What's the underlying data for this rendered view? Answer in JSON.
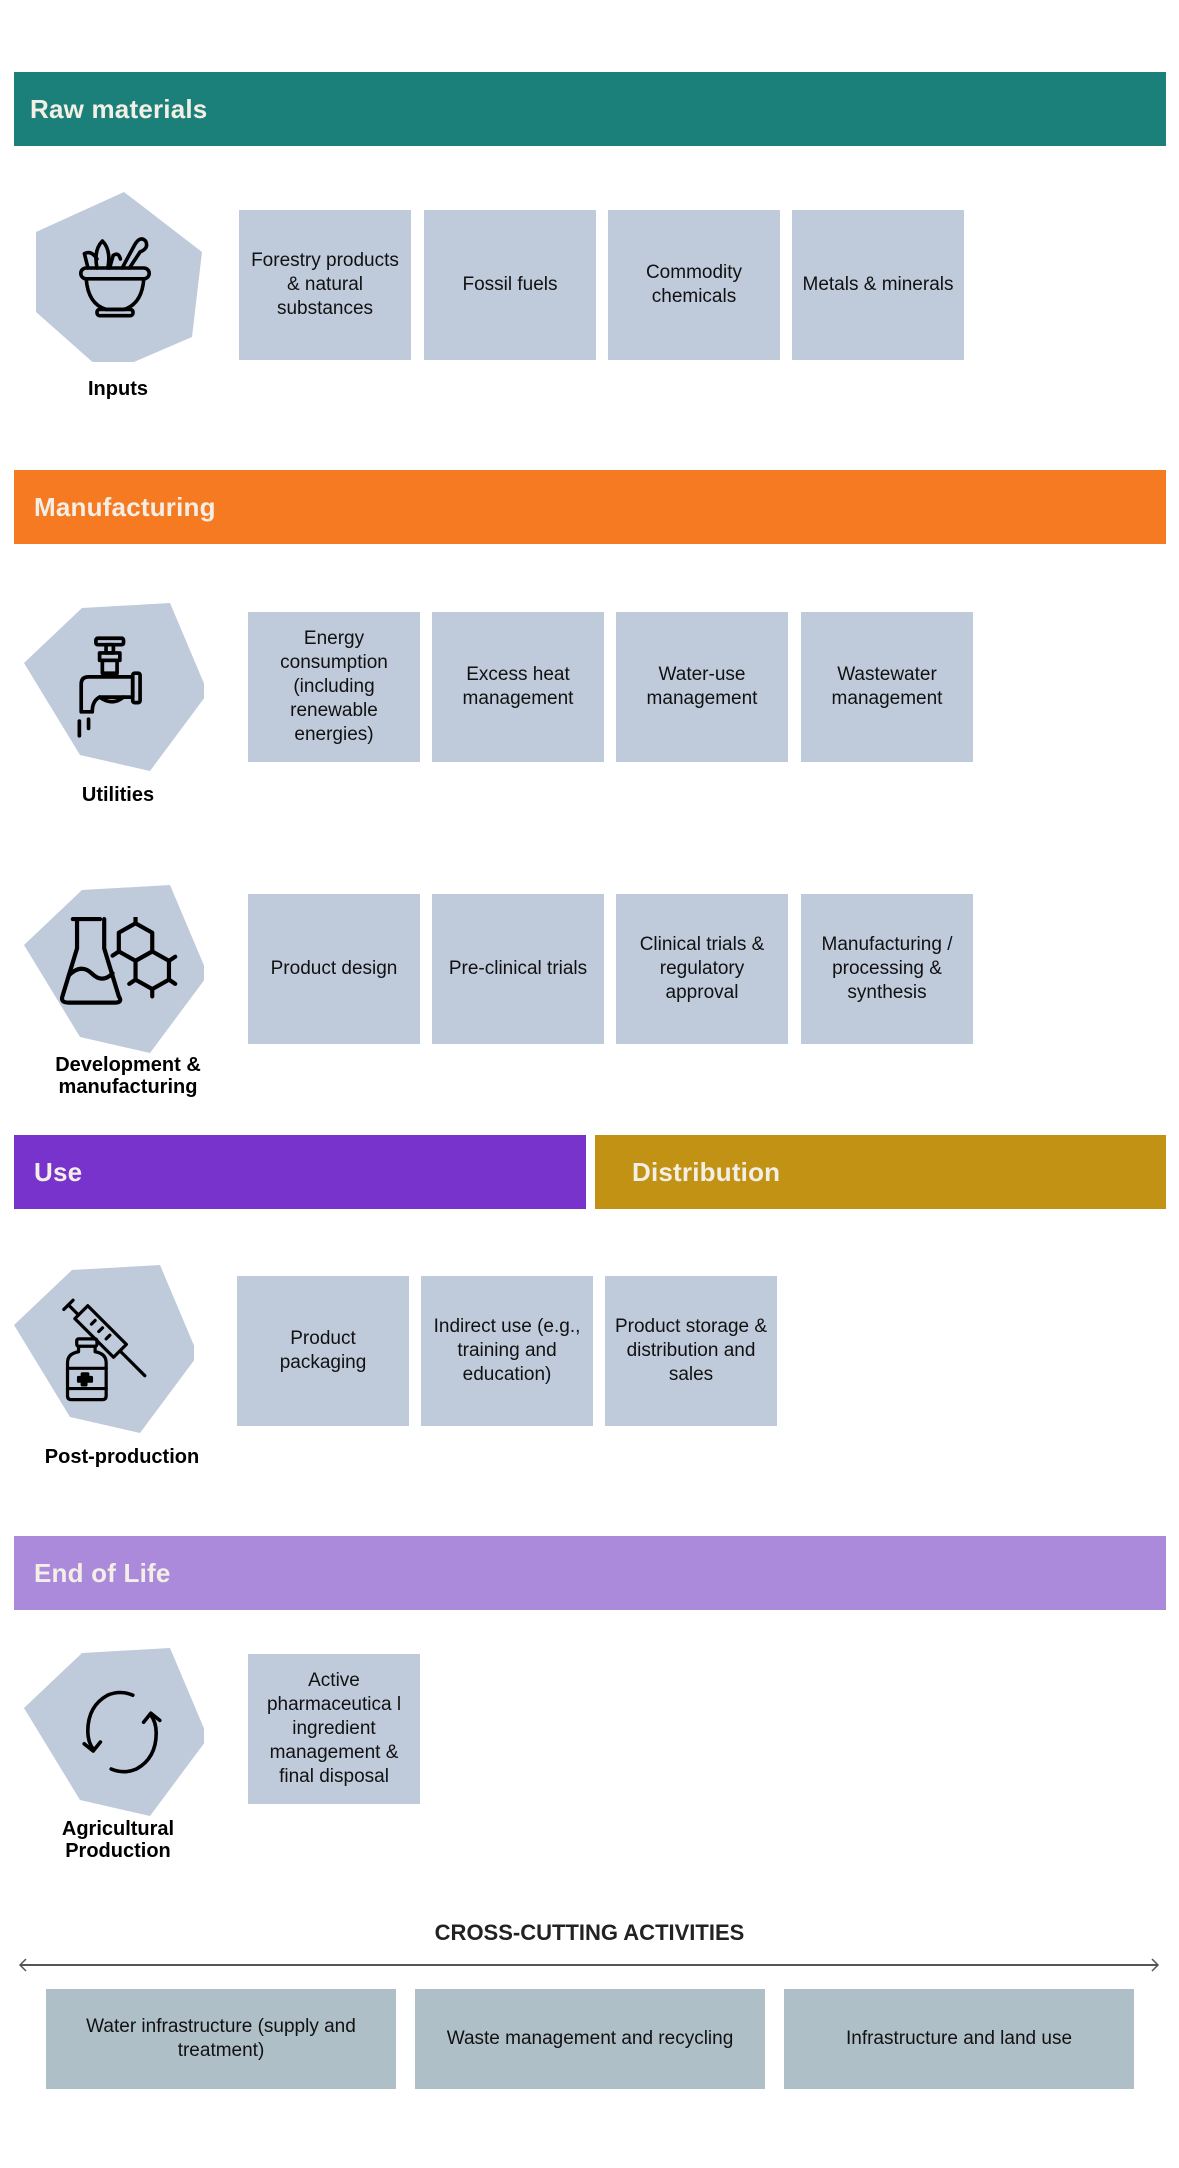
{
  "colors": {
    "raw_materials": "#1b8079",
    "manufacturing": "#f57a21",
    "use": "#7733cc",
    "distribution": "#c29214",
    "end_of_life": "#ab8adb",
    "tile": "#bfcadb",
    "hexagon": "#bfcadb",
    "cross_cutting_box": "#afbfc8"
  },
  "sections": {
    "raw_materials": {
      "title": "Raw materials"
    },
    "manufacturing": {
      "title": "Manufacturing"
    },
    "use": {
      "title": "Use"
    },
    "distribution": {
      "title": "Distribution"
    },
    "end_of_life": {
      "title": "End of Life"
    }
  },
  "groups": {
    "inputs": {
      "label": "Inputs",
      "icon": "mortar-pestle-icon",
      "items": [
        "Forestry products & natural substances",
        "Fossil fuels",
        "Commodity chemicals",
        "Metals & minerals"
      ]
    },
    "utilities": {
      "label": "Utilities",
      "icon": "water-tap-icon",
      "items": [
        "Energy consumption (including renewable energies)",
        "Excess heat management",
        "Water-use management",
        "Wastewater management"
      ]
    },
    "development": {
      "label": "Development & manufacturing",
      "icon": "flask-molecule-icon",
      "items": [
        "Product design",
        "Pre-clinical trials",
        "Clinical trials & regulatory approval",
        "Manufacturing / processing & synthesis"
      ]
    },
    "post_production": {
      "label": "Post-production",
      "icon": "vial-syringe-icon",
      "items": [
        "Product packaging",
        "Indirect use (e.g., training and education)",
        "Product storage & distribution and sales"
      ]
    },
    "agricultural": {
      "label": "Agricultural Production",
      "icon": "recycle-arrows-icon",
      "items": [
        "Active pharmaceutica l ingredient management & final disposal"
      ]
    }
  },
  "cross_cutting": {
    "title": "CROSS-CUTTING ACTIVITIES",
    "items": [
      "Water infrastructure (supply and treatment)",
      "Waste management and recycling",
      "Infrastructure and land use"
    ]
  }
}
